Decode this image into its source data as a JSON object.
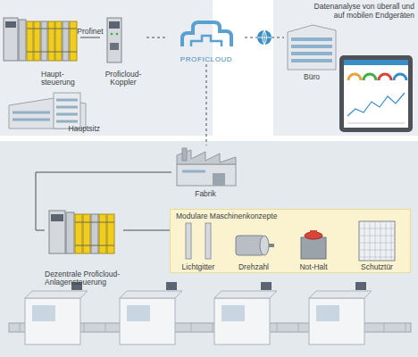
{
  "diagram": {
    "nodes": [
      {
        "text": [
          "Haupt- steuerung"
        ]
      },
      {
        "text": [
          "Proficloud- Koppler"
        ]
      },
      {
        "text": [
          "Hauptsitz"
        ]
      },
      {
        "text": [
          "PROFICLOUD"
        ]
      },
      {
        "text": [
          "Büro"
        ]
      },
      {
        "text": [
          "Fabrik"
        ]
      },
      {
        "text": [
          "Dezentrale Proficloud- Anlagensteuerung"
        ]
      },
      {
        "text": [
          "Modulare Maschinenkonzepte"
        ]
      },
      {
        "text": [
          "Lichtgitter"
        ],
        "in": 7
      },
      {
        "text": [
          "Drehzahl"
        ],
        "in": 7
      },
      {
        "text": [
          "Not-Halt"
        ],
        "in": 7
      },
      {
        "text": [
          "Schutztür"
        ],
        "in": 7
      }
    ],
    "edges": [
      {
        "from": 0,
        "to": 1,
        "arrow": "none",
        "label": "Profinet"
      },
      {
        "from": 1,
        "to": 3,
        "arrow": "none"
      },
      {
        "from": 3,
        "to": 4,
        "arrow": "none"
      },
      {
        "from": 3,
        "to": 5,
        "arrow": "none"
      },
      {
        "from": 5,
        "to": 6,
        "arrow": "none"
      },
      {
        "from": 6,
        "to": 7,
        "arrow": "none"
      }
    ],
    "labels": [
      "Datenanalyse von überall und auf mobilen Endgeräten"
    ]
  }
}
